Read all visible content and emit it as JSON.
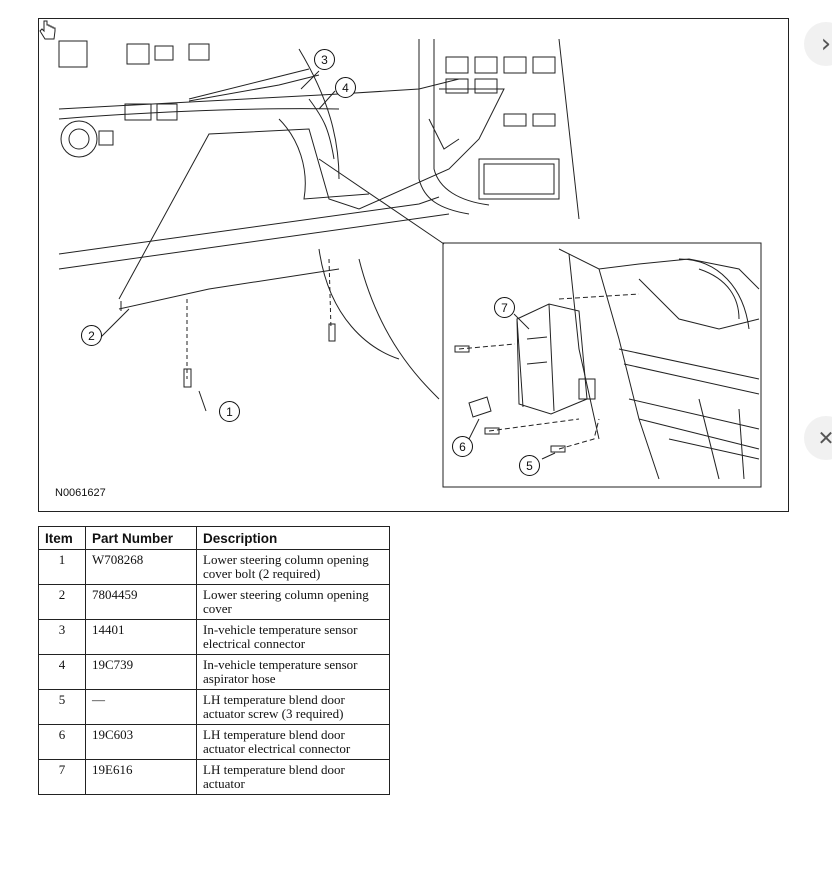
{
  "figure": {
    "id_label": "N0061627",
    "callouts": [
      "1",
      "2",
      "3",
      "4",
      "5",
      "6",
      "7"
    ]
  },
  "table": {
    "headers": {
      "item": "Item",
      "part_number": "Part Number",
      "description": "Description"
    },
    "rows": [
      {
        "item": "1",
        "part_number": "W708268",
        "description": "Lower steering column opening cover bolt (2 required)"
      },
      {
        "item": "2",
        "part_number": "7804459",
        "description": "Lower steering column opening cover"
      },
      {
        "item": "3",
        "part_number": "14401",
        "description": "In-vehicle temperature sensor electrical connector"
      },
      {
        "item": "4",
        "part_number": "19C739",
        "description": "In-vehicle temperature sensor aspirator hose"
      },
      {
        "item": "5",
        "part_number": "—",
        "description": "LH temperature blend door actuator screw (3 required)"
      },
      {
        "item": "6",
        "part_number": "19C603",
        "description": "LH temperature blend door actuator electrical connector"
      },
      {
        "item": "7",
        "part_number": "19E616",
        "description": "LH temperature blend door actuator"
      }
    ]
  },
  "nav": {
    "next_icon": "chevron-right-icon",
    "close_icon": "close-icon",
    "next_glyph": "›",
    "close_glyph": "✕"
  }
}
